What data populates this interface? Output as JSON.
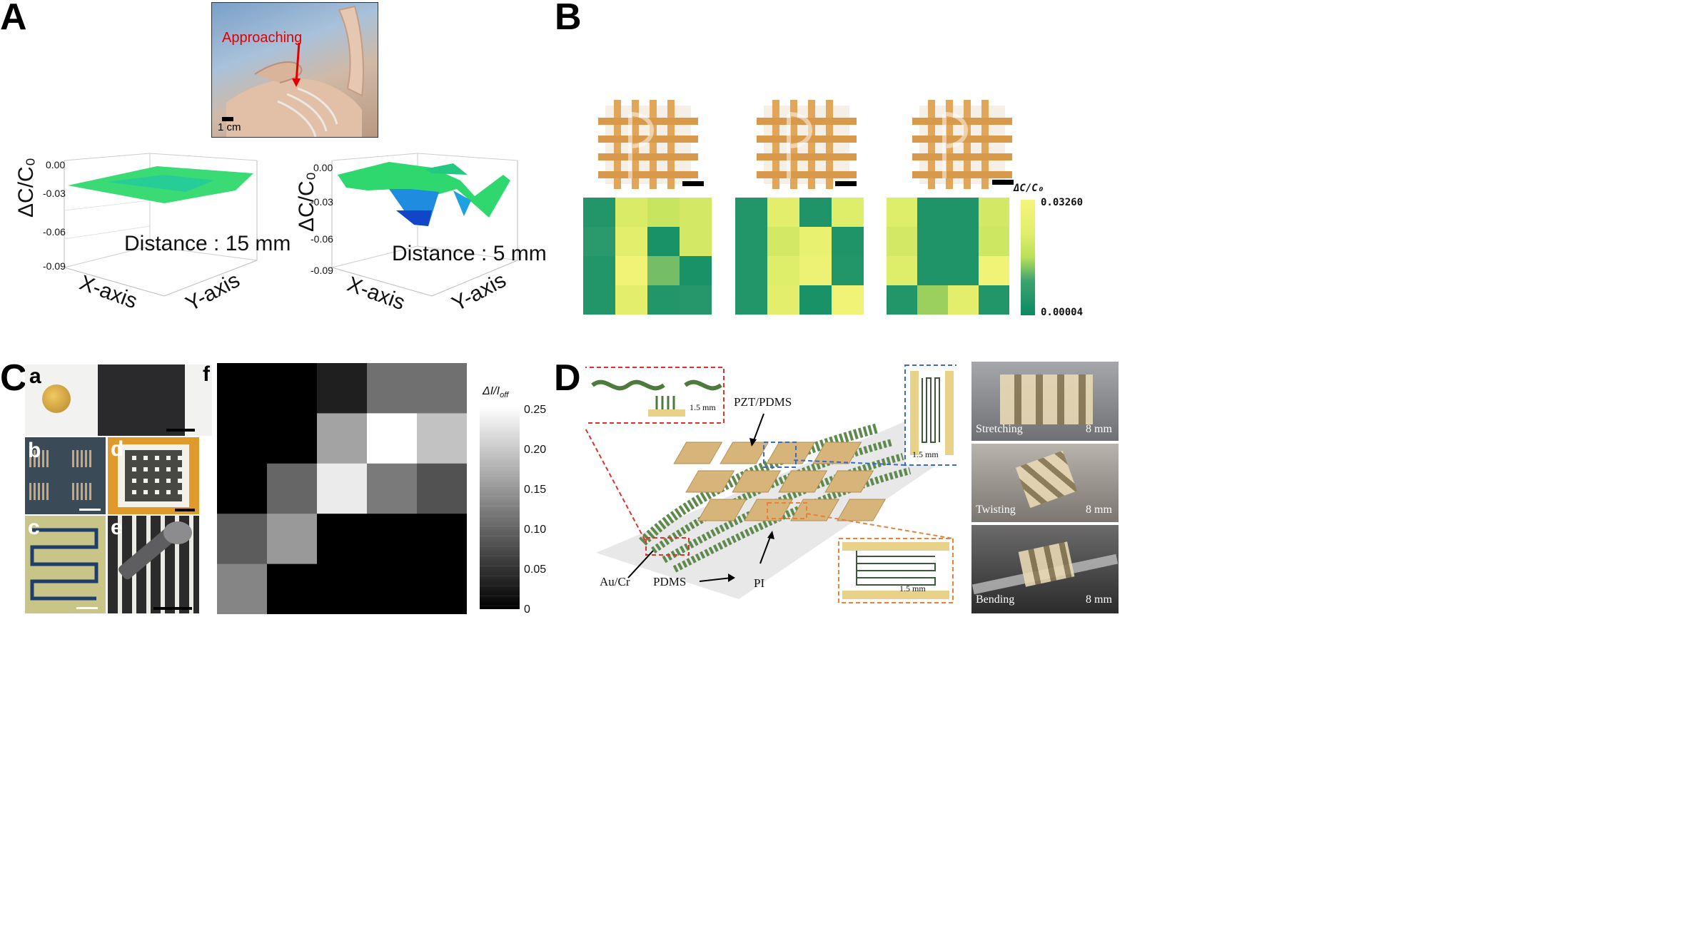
{
  "panel_labels": {
    "a": "A",
    "b": "B",
    "c": "C",
    "d": "D"
  },
  "panel_a": {
    "photo": {
      "annotation": "Approaching",
      "scale_bar": "1 cm"
    },
    "plots": [
      {
        "z_label": "ΔC/C₀",
        "z_ticks": [
          "0.00",
          "-0.03",
          "-0.06",
          "-0.09"
        ],
        "x_label": "X-axis",
        "y_label": "Y-axis",
        "annotation": "Distance : 15 mm"
      },
      {
        "z_label": "ΔC/C₀",
        "z_ticks": [
          "0.00",
          "-0.03",
          "-0.06",
          "-0.09"
        ],
        "x_label": "X-axis",
        "y_label": "Y-axis",
        "annotation": "Distance : 5 mm"
      }
    ]
  },
  "panel_b": {
    "colorbar": {
      "label": "ΔC/C₀",
      "max": "0.03260",
      "min": "0.00004",
      "low_color": "#0a8a64",
      "high_color": "#f5f57a"
    }
  },
  "panel_c": {
    "sublabels": {
      "a": "a",
      "b": "b",
      "c": "c",
      "d": "d",
      "e": "e",
      "f": "f"
    },
    "colorbar": {
      "label": "ΔI/I",
      "label_sub": "off",
      "ticks": [
        "0.25",
        "0.20",
        "0.15",
        "0.10",
        "0.05",
        "0"
      ]
    }
  },
  "panel_d": {
    "labels": {
      "pzt": "PZT/PDMS",
      "aucr": "Au/Cr",
      "pdms": "PDMS",
      "pi": "PI"
    },
    "scales": {
      "red": "1.5 mm",
      "blue": "1.5 mm",
      "orange": "1.5 mm"
    },
    "photos": [
      {
        "label": "Stretching",
        "scale": "8 mm"
      },
      {
        "label": "Twisting",
        "scale": "8 mm"
      },
      {
        "label": "Bending",
        "scale": "8 mm"
      }
    ]
  },
  "chart_data": [
    {
      "type": "heatmap",
      "title": "",
      "rows": 4,
      "cols": 4,
      "values": [
        [
          0.006,
          0.025,
          0.022,
          0.024
        ],
        [
          0.008,
          0.027,
          0.004,
          0.024
        ],
        [
          0.006,
          0.031,
          0.016,
          0.004
        ],
        [
          0.006,
          0.027,
          0.006,
          0.007
        ]
      ],
      "vmin": 4e-05,
      "vmax": 0.0326
    },
    {
      "type": "heatmap",
      "title": "",
      "rows": 4,
      "cols": 4,
      "values": [
        [
          0.006,
          0.027,
          0.005,
          0.026
        ],
        [
          0.006,
          0.024,
          0.029,
          0.005
        ],
        [
          0.006,
          0.026,
          0.03,
          0.006
        ],
        [
          0.006,
          0.027,
          0.004,
          0.031
        ]
      ],
      "vmin": 4e-05,
      "vmax": 0.0326
    },
    {
      "type": "heatmap",
      "title": "",
      "rows": 4,
      "cols": 4,
      "values": [
        [
          0.026,
          0.005,
          0.005,
          0.024
        ],
        [
          0.024,
          0.005,
          0.005,
          0.023
        ],
        [
          0.026,
          0.005,
          0.005,
          0.031
        ],
        [
          0.006,
          0.018,
          0.027,
          0.006
        ]
      ],
      "vmin": 4e-05,
      "vmax": 0.0326
    },
    {
      "type": "heatmap",
      "title": "",
      "rows": 5,
      "cols": 5,
      "values": [
        [
          0.0,
          0.0,
          0.03,
          0.11,
          0.11
        ],
        [
          0.0,
          0.0,
          0.16,
          0.25,
          0.19
        ],
        [
          0.0,
          0.1,
          0.23,
          0.12,
          0.08
        ],
        [
          0.09,
          0.15,
          0.0,
          0.0,
          0.0
        ],
        [
          0.13,
          0.0,
          0.0,
          0.0,
          0.0
        ]
      ],
      "vmin": 0,
      "vmax": 0.25,
      "colorbar_ticks": [
        0,
        0.05,
        0.1,
        0.15,
        0.2,
        0.25
      ]
    }
  ]
}
